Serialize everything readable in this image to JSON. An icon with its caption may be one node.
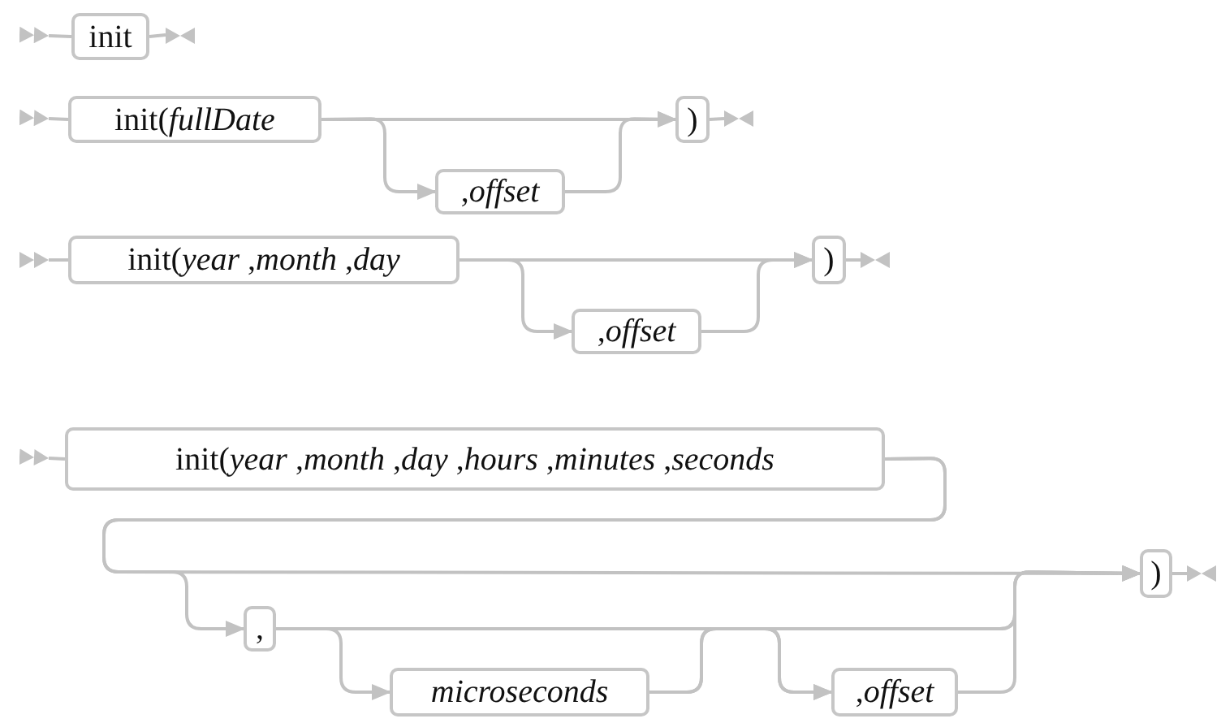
{
  "diagram": {
    "nodes": [
      {
        "text": [
          "init"
        ]
      },
      {
        "text": [
          "init(*fullDate*"
        ]
      },
      {
        "text": [
          ",*offset*"
        ]
      },
      {
        "text": [
          ")"
        ]
      },
      {
        "text": [
          "init(*year* ,*month* ,*day*"
        ]
      },
      {
        "text": [
          ",*offset*"
        ]
      },
      {
        "text": [
          ")"
        ]
      },
      {
        "text": [
          "init(*year* ,*month* ,*day* ,*hours* ,*minutes* ,*seconds*"
        ]
      },
      {
        "text": [
          ","
        ]
      },
      {
        "text": [
          "microseconds"
        ]
      },
      {
        "text": [
          ",*offset*"
        ]
      },
      {
        "text": [
          ")"
        ]
      },
      {
        "text": [],
        "shape": "bowtie"
      },
      {
        "text": [],
        "shape": "bowtie"
      },
      {
        "text": [],
        "shape": "bowtie"
      },
      {
        "text": [],
        "shape": "bowtie"
      }
    ],
    "edges": [
      {
        "from": null,
        "to": 0,
        "arrow": "other"
      },
      {
        "from": 0,
        "to": 12,
        "arrow": "none"
      },
      {
        "from": null,
        "to": 1,
        "arrow": "other"
      },
      {
        "from": 1,
        "to": 3,
        "arrow": "to"
      },
      {
        "from": 1,
        "to": 2,
        "arrow": "to"
      },
      {
        "from": 2,
        "to": 3,
        "arrow": "to"
      },
      {
        "from": 3,
        "to": 13,
        "arrow": "none"
      },
      {
        "from": null,
        "to": 4,
        "arrow": "other"
      },
      {
        "from": 4,
        "to": 6,
        "arrow": "to"
      },
      {
        "from": 4,
        "to": 5,
        "arrow": "to"
      },
      {
        "from": 5,
        "to": 6,
        "arrow": "to"
      },
      {
        "from": 6,
        "to": 14,
        "arrow": "none"
      },
      {
        "from": null,
        "to": 7,
        "arrow": "other"
      },
      {
        "from": 7,
        "to": 11,
        "arrow": "to"
      },
      {
        "from": 7,
        "to": 8,
        "arrow": "to"
      },
      {
        "from": 8,
        "to": 9,
        "arrow": "to"
      },
      {
        "from": 8,
        "to": 10,
        "arrow": "to"
      },
      {
        "from": 8,
        "to": 11,
        "arrow": "to"
      },
      {
        "from": 9,
        "to": 10,
        "arrow": "to"
      },
      {
        "from": 9,
        "to": 11,
        "arrow": "to"
      },
      {
        "from": 10,
        "to": 11,
        "arrow": "to"
      },
      {
        "from": 11,
        "to": 15,
        "arrow": "none"
      }
    ]
  }
}
